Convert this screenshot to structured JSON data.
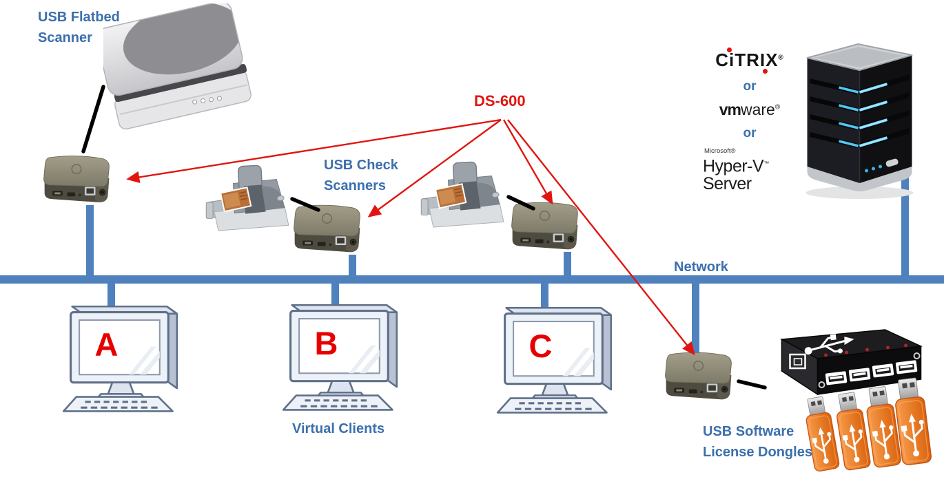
{
  "colors": {
    "label-blue": "#3b6fad",
    "network-blue": "#4f81bd",
    "arrow-red": "#e11510",
    "letter-red": "#e60000"
  },
  "labels": {
    "flatbed_scanner": "USB Flatbed\nScanner",
    "ds600": "DS-600",
    "check_scanners": "USB Check\nScanners",
    "network": "Network",
    "virtual_clients": "Virtual Clients",
    "license_dongles": "USB Software\nLicense Dongles"
  },
  "server_options": {
    "citrix": "CiTRIX",
    "citrix_reg": "®",
    "or_1": "or",
    "vmware_bold": "vm",
    "vmware_light": "ware",
    "vmware_reg": "®",
    "or_2": "or",
    "microsoft": "Microsoft®",
    "hyperv": "Hyper-V",
    "hyperv_tm": "™",
    "hyperv_server": "Server"
  },
  "clients": [
    {
      "id": "A"
    },
    {
      "id": "B"
    },
    {
      "id": "C"
    }
  ]
}
